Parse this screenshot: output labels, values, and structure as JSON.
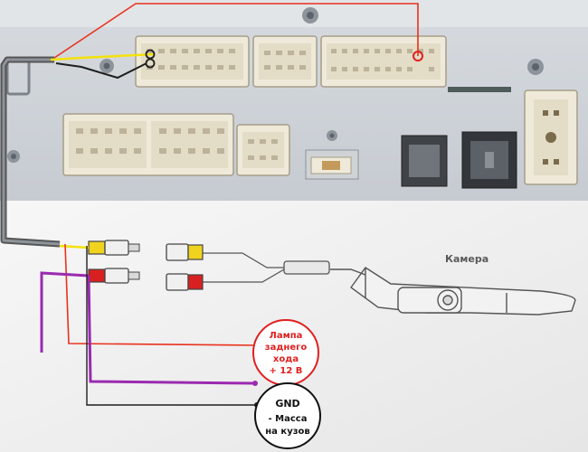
{
  "watermark": "",
  "camera_label": "Камера",
  "reverse_lamp": {
    "line1": "Лампа",
    "line2": "заднего",
    "line3": "хода",
    "line4": "+ 12 В"
  },
  "ground": {
    "line1": "GND",
    "line2": "- Масса",
    "line3": "на кузов"
  },
  "colors": {
    "red_wire": "#e8321e",
    "yellow_wire": "#f4e20a",
    "purple_wire": "#9b2ab0",
    "black_wire": "#1e1e1e",
    "annotation_red": "#e02020",
    "annotation_black": "#111111"
  }
}
